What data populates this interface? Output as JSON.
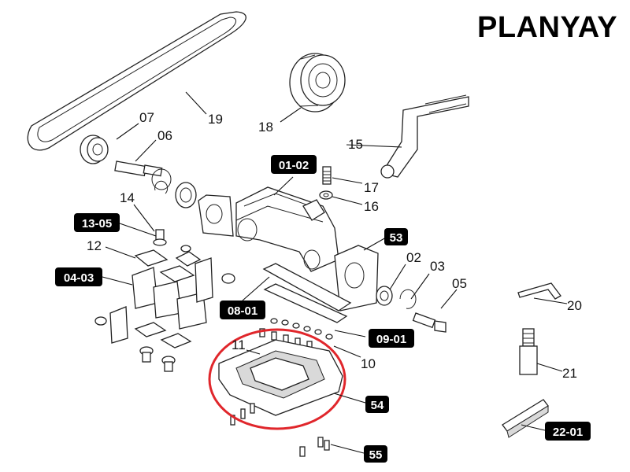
{
  "brand": "PLANYAY",
  "highlight_color": "#e0262b",
  "plain_labels": {
    "p02": "02",
    "p03": "03",
    "p05": "05",
    "p06": "06",
    "p07": "07",
    "p10": "10",
    "p11": "11",
    "p12": "12",
    "p14": "14",
    "p15": "15",
    "p16": "16",
    "p17": "17",
    "p18": "18",
    "p19": "19",
    "p20": "20",
    "p21": "21"
  },
  "boxed_labels": {
    "b0102": "01-02",
    "b1305": "13-05",
    "b0403": "04-03",
    "b0801": "08-01",
    "b0901": "09-01",
    "b53": "53",
    "b54": "54",
    "b55": "55",
    "b2201": "22-01"
  }
}
